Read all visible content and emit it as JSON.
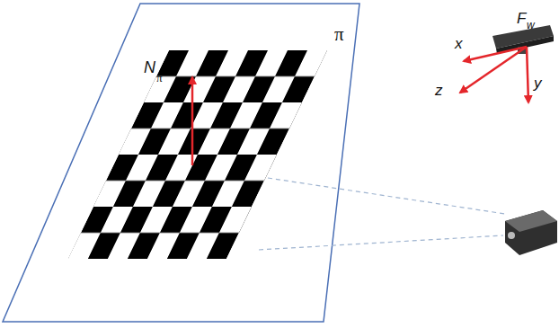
{
  "diagram": {
    "labels": [
      "π",
      "N",
      "π",
      "x",
      "z",
      "y",
      "F",
      "w"
    ]
  }
}
